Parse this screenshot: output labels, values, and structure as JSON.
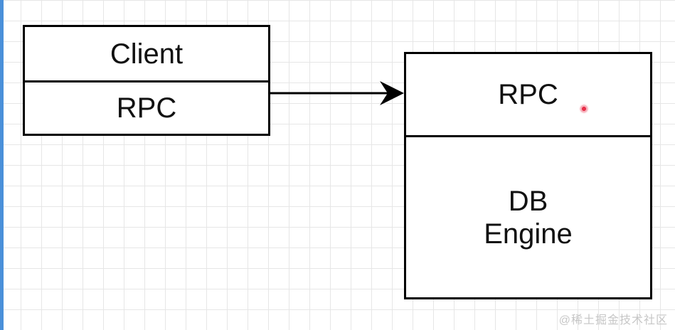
{
  "diagram": {
    "client_box": {
      "title": "Client",
      "section": "RPC"
    },
    "server_box": {
      "top_section": "RPC",
      "bottom_line_1": "DB",
      "bottom_line_2": "Engine"
    }
  },
  "watermark": "@稀土掘金技术社区",
  "colors": {
    "border": "#000000",
    "grid": "#e6e6e6",
    "accent": "#4a90d9",
    "cursor": "#e8304a"
  }
}
